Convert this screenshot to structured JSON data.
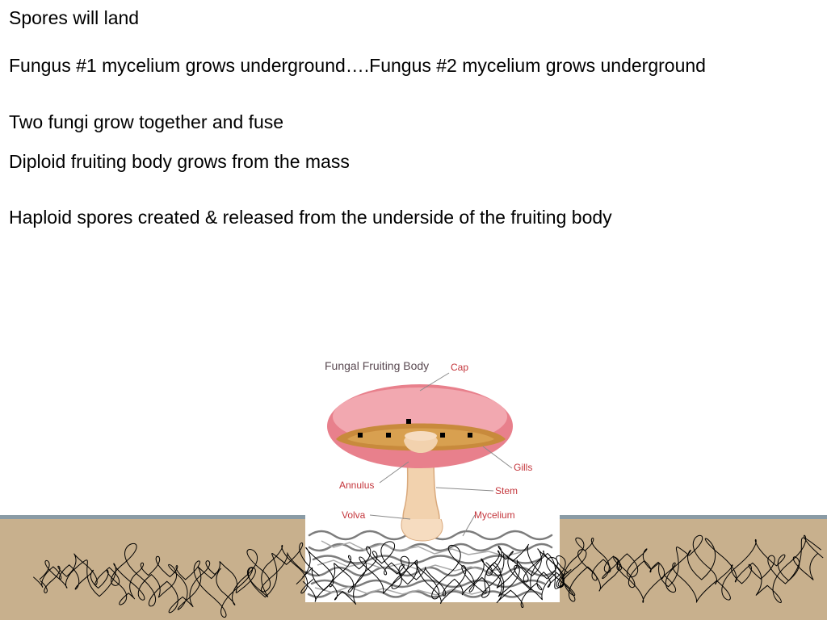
{
  "steps": [
    "Spores will land",
    "Fungus #1 mycelium grows underground….Fungus #2 mycelium grows underground",
    "Two fungi grow together and fuse",
    "Diploid fruiting body grows from the mass",
    "Haploid spores created & released from the underside of the fruiting body"
  ],
  "figure": {
    "title": "Fungal Fruiting Body",
    "labels": {
      "cap": "Cap",
      "gills": "Gills",
      "annulus": "Annulus",
      "stem": "Stem",
      "volva": "Volva",
      "mycelium": "Mycelium"
    }
  },
  "colors": {
    "soil": "#c8b08d",
    "soil_edge": "#8a9ba5",
    "cap_top": "#e8808c",
    "cap_underside": "#c88a3c",
    "stem": "#f2d2ae",
    "label_red": "#c4363c"
  }
}
